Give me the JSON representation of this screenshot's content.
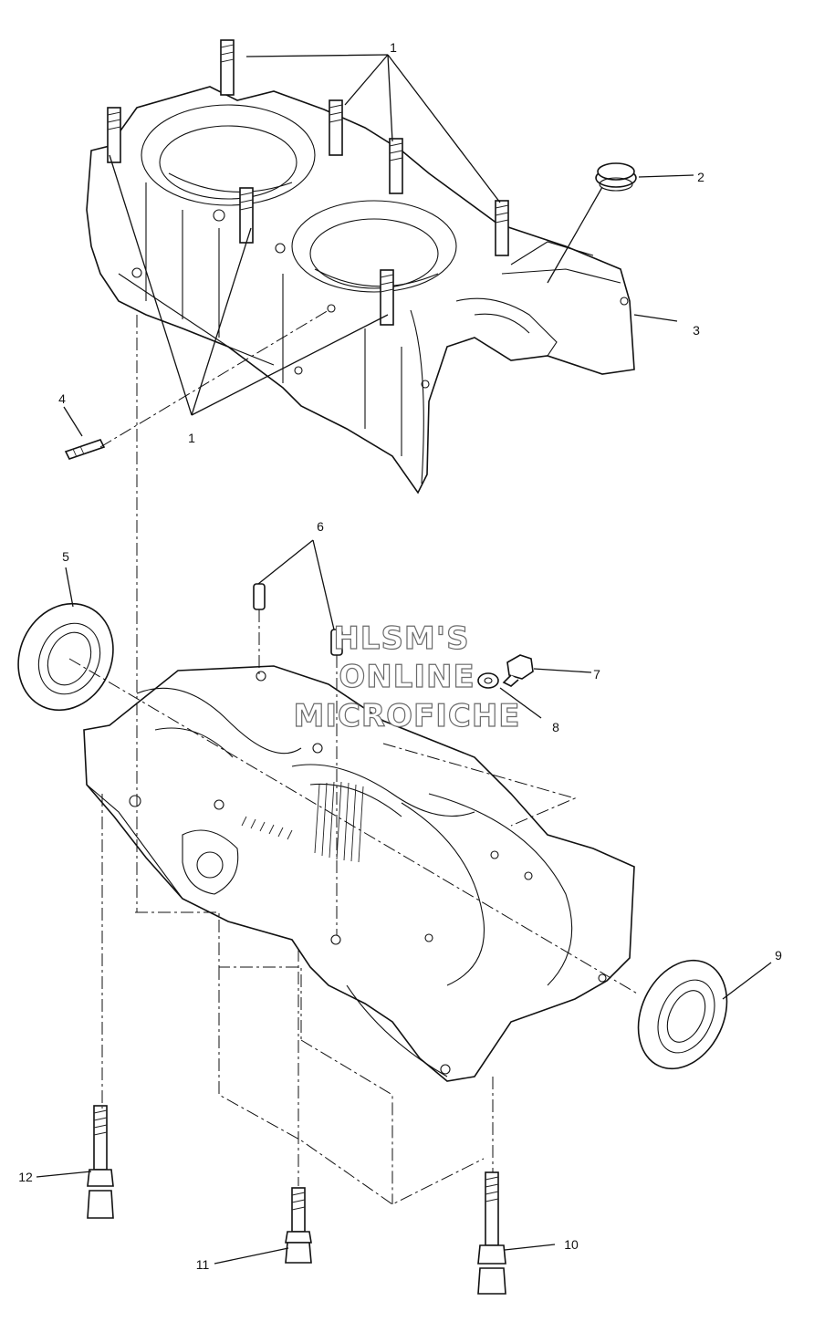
{
  "callouts": [
    {
      "id": "1",
      "text": "1"
    },
    {
      "id": "1b",
      "text": "1"
    },
    {
      "id": "2",
      "text": "2"
    },
    {
      "id": "3",
      "text": "3"
    },
    {
      "id": "4",
      "text": "4"
    },
    {
      "id": "5",
      "text": "5"
    },
    {
      "id": "6",
      "text": "6"
    },
    {
      "id": "7",
      "text": "7"
    },
    {
      "id": "8",
      "text": "8"
    },
    {
      "id": "9",
      "text": "9"
    },
    {
      "id": "10",
      "text": "10"
    },
    {
      "id": "11",
      "text": "11"
    },
    {
      "id": "12",
      "text": "12"
    }
  ],
  "watermark": {
    "line1": "HLSM'S",
    "line2": "ONLINE",
    "line3": "MICROFICHE"
  }
}
